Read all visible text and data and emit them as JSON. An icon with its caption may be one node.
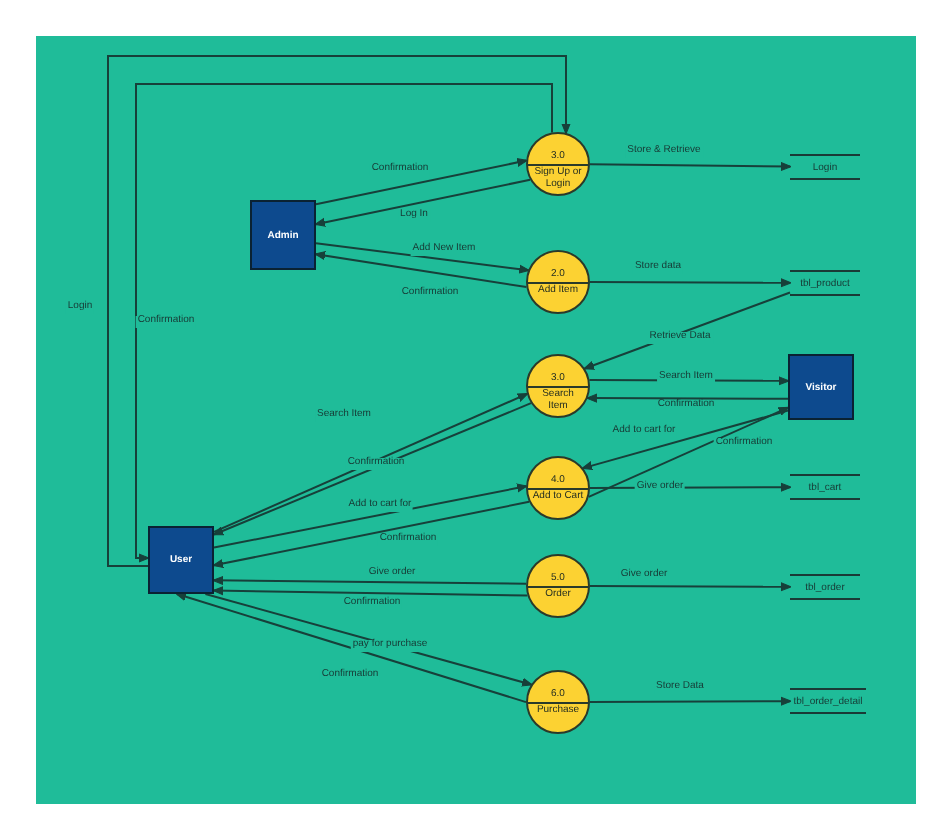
{
  "diagram": {
    "nodes": [
      {
        "text": [
          "Admin"
        ]
      },
      {
        "text": [
          "User"
        ]
      },
      {
        "text": [
          "Visitor"
        ]
      },
      {
        "text": [
          "3.0",
          "Sign Up or Login"
        ]
      },
      {
        "text": [
          "2.0",
          "Add Item"
        ]
      },
      {
        "text": [
          "3.0",
          "Search Item"
        ]
      },
      {
        "text": [
          "4.0",
          "Add to Cart"
        ]
      },
      {
        "text": [
          "5.0",
          "Order"
        ]
      },
      {
        "text": [
          "6.0",
          "Purchase"
        ]
      },
      {
        "text": [
          "Login"
        ]
      },
      {
        "text": [
          "tbl_product"
        ]
      },
      {
        "text": [
          "tbl_cart"
        ]
      },
      {
        "text": [
          "tbl_order"
        ]
      },
      {
        "text": [
          "tbl_order_detail"
        ]
      }
    ],
    "edges": [
      {
        "from": 0,
        "to": 3,
        "arrow": "to",
        "label": "Confirmation"
      },
      {
        "from": 3,
        "to": 0,
        "arrow": "to",
        "label": "Log In"
      },
      {
        "from": 0,
        "to": 4,
        "arrow": "to",
        "label": "Add New Item"
      },
      {
        "from": 4,
        "to": 0,
        "arrow": "to",
        "label": "Confirmation"
      },
      {
        "from": 3,
        "to": 9,
        "arrow": "to",
        "label": "Store & Retrieve"
      },
      {
        "from": 4,
        "to": 10,
        "arrow": "to",
        "label": "Store data"
      },
      {
        "from": 10,
        "to": 5,
        "arrow": "to",
        "label": "Retrieve Data"
      },
      {
        "from": 5,
        "to": 2,
        "arrow": "to",
        "label": "Search Item"
      },
      {
        "from": 2,
        "to": 5,
        "arrow": "to",
        "label": "Confirmation"
      },
      {
        "from": 2,
        "to": 6,
        "arrow": "to",
        "label": "Add to cart for"
      },
      {
        "from": 6,
        "to": 2,
        "arrow": "to",
        "label": "Confirmation"
      },
      {
        "from": 6,
        "to": 11,
        "arrow": "to",
        "label": "Give order"
      },
      {
        "from": 7,
        "to": 12,
        "arrow": "to",
        "label": "Give order"
      },
      {
        "from": 8,
        "to": 13,
        "arrow": "to",
        "label": "Store Data"
      },
      {
        "from": 1,
        "to": 5,
        "arrow": "to",
        "label": "Search Item"
      },
      {
        "from": 5,
        "to": 1,
        "arrow": "to",
        "label": "Confirmation"
      },
      {
        "from": 1,
        "to": 6,
        "arrow": "to",
        "label": "Add to cart for"
      },
      {
        "from": 6,
        "to": 1,
        "arrow": "to",
        "label": "Confirmation"
      },
      {
        "from": 7,
        "to": 1,
        "arrow": "to",
        "label": "Give order"
      },
      {
        "from": 7,
        "to": 1,
        "arrow": "to",
        "label": "Confirmation"
      },
      {
        "from": 1,
        "to": 8,
        "arrow": "to",
        "label": "pay for purchase"
      },
      {
        "from": 8,
        "to": 1,
        "arrow": "to",
        "label": "Confirmation"
      },
      {
        "from": 1,
        "to": 3,
        "arrow": "to",
        "label": "Login"
      },
      {
        "from": 3,
        "to": 1,
        "arrow": "to",
        "label": "Confirmation"
      }
    ]
  }
}
